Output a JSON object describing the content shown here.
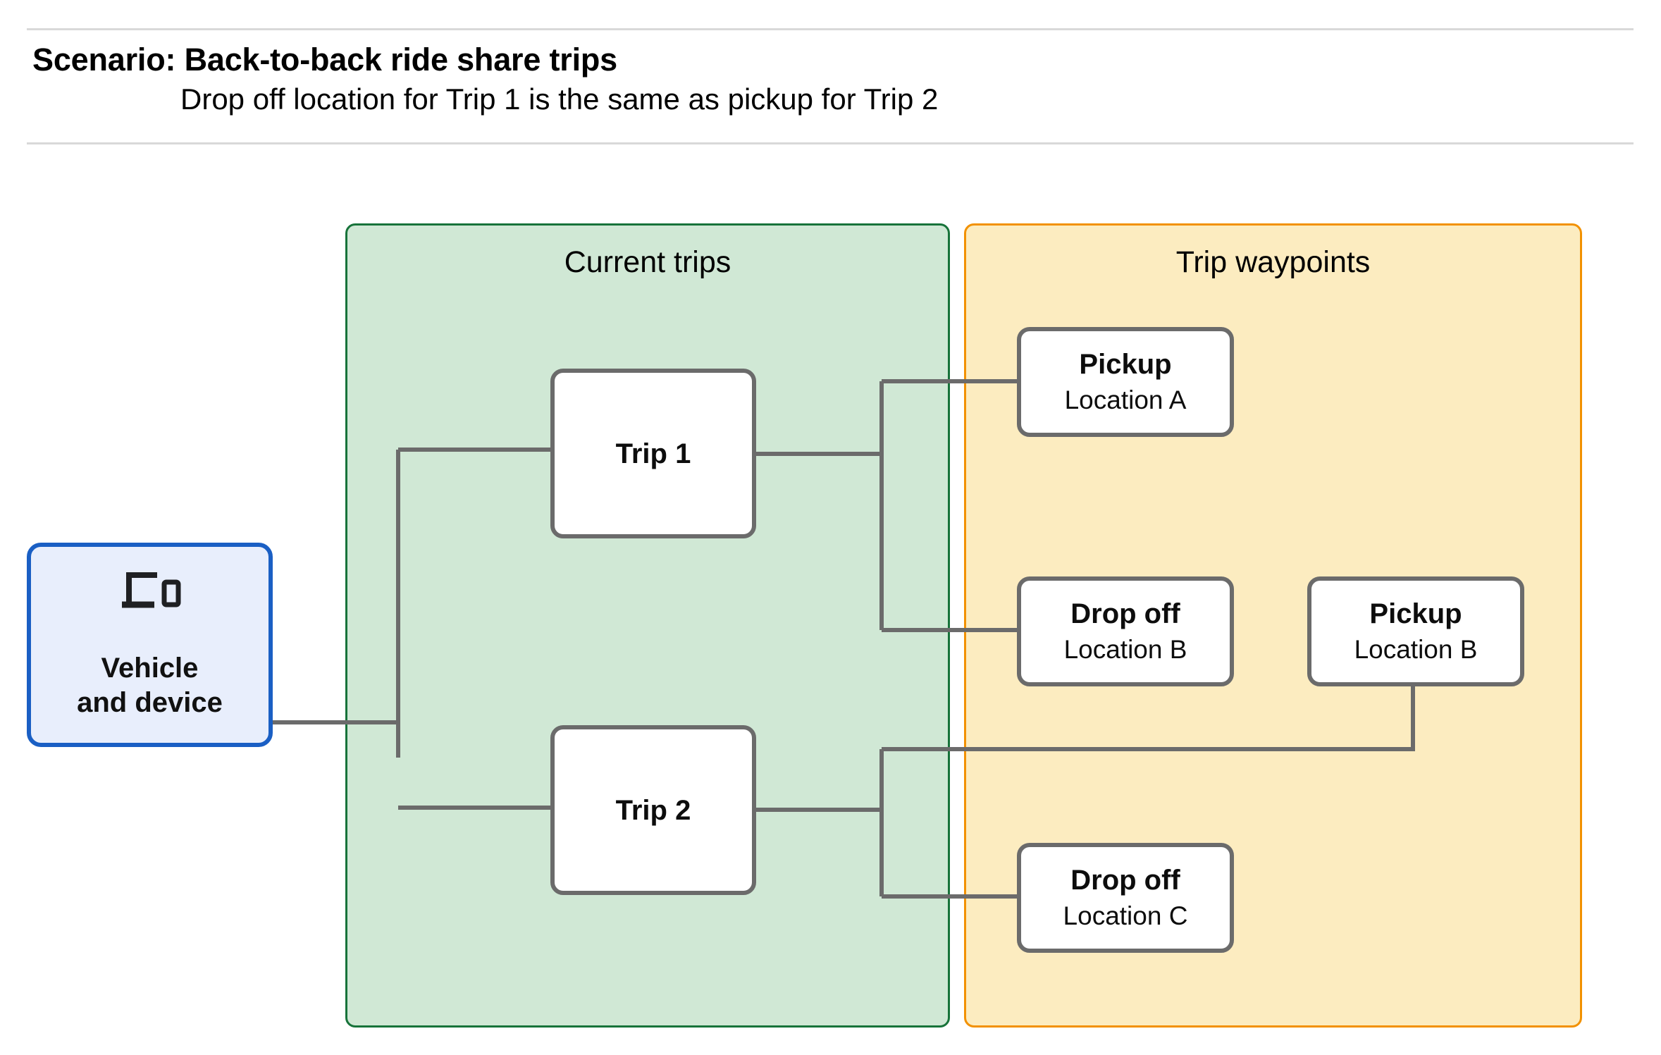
{
  "header": {
    "title": "Scenario: Back-to-back ride share trips",
    "subtitle": "Drop off  location for Trip 1 is the same as pickup for Trip 2"
  },
  "colors": {
    "group_current_trips_fill": "#d0e8d5",
    "group_current_trips_border": "#17733a",
    "group_trip_waypoints_fill": "#fcecc0",
    "group_trip_waypoints_border": "#f29100",
    "vehicle_fill": "#e8eefc",
    "vehicle_border": "#1a5fc4",
    "node_border": "#6b6b6b",
    "connector": "#6b6b6b",
    "divider": "#d9d9d9"
  },
  "vehicle": {
    "icon": "devices-icon",
    "label": "Vehicle\nand device"
  },
  "groups": {
    "current_trips": {
      "title": "Current trips",
      "nodes": [
        {
          "label": "Trip 1"
        },
        {
          "label": "Trip 2"
        }
      ]
    },
    "trip_waypoints": {
      "title": "Trip waypoints",
      "nodes": [
        {
          "title": "Pickup",
          "location": "Location A"
        },
        {
          "title": "Drop off",
          "location": "Location B"
        },
        {
          "title": "Pickup",
          "location": "Location B"
        },
        {
          "title": "Drop off",
          "location": "Location C"
        }
      ]
    }
  }
}
